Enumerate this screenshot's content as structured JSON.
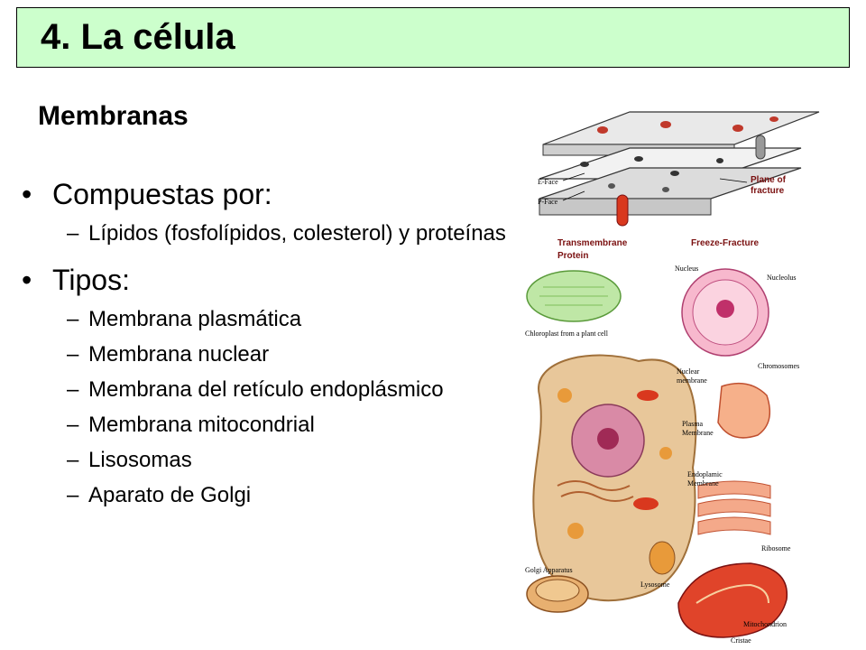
{
  "header": {
    "title": "4. La célula"
  },
  "section": {
    "subtitle": "Membranas"
  },
  "bullets": [
    {
      "text": "Compuestas por:",
      "items": [
        "Lípidos (fosfolípidos, colesterol) y proteínas"
      ]
    },
    {
      "text": "Tipos:",
      "items": [
        "Membrana plasmática",
        "Membrana nuclear",
        "Membrana del retículo endoplásmico",
        "Membrana mitocondrial",
        "Lisosomas",
        "Aparato de Golgi"
      ]
    }
  ],
  "figure_membrane": {
    "labels": {
      "eface": "E-Face",
      "pface": "P-Face",
      "plane": "Plane of",
      "fracture": "fracture",
      "transmembrane": "Transmembrane",
      "protein": "Protein",
      "freeze": "Freeze-Fracture"
    }
  },
  "figure_cell": {
    "labels": {
      "nucleus": "Nucleus",
      "nucleolus": "Nucleolus",
      "chloroplast": "Chloroplast from a plant cell",
      "nuclear1": "Nuclear",
      "nuclear2": "membrane",
      "chromosomes": "Chromosomes",
      "plasma1": "Plasma",
      "plasma2": "Membrane",
      "endo1": "Endoplamic",
      "endo2": "Membrane",
      "ribosome": "Ribosome",
      "golgi": "Golgi Apparatus",
      "lysosome": "Lysosome",
      "mito": "Mitochondrion",
      "cristae": "Cristae"
    }
  },
  "colors": {
    "title_bg": "#ccffcc",
    "cell_body": "#e8c79a",
    "nucleus": "#f2a7c3",
    "mitochondrion": "#e0442a"
  }
}
